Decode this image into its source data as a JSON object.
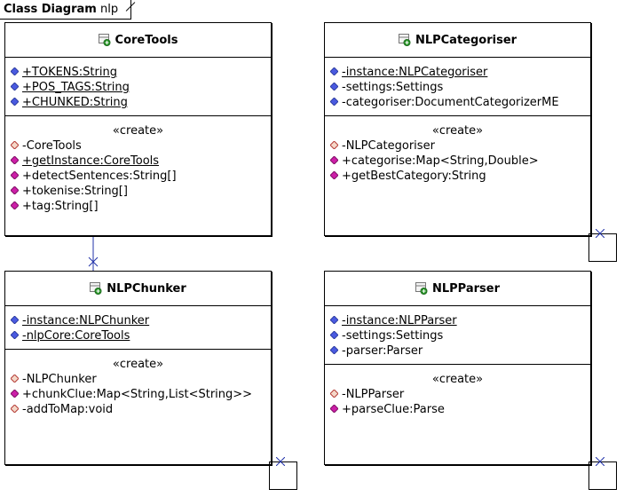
{
  "frame": {
    "kind": "Class Diagram",
    "name": "nlp"
  },
  "stereotype": "«create»",
  "classes": {
    "coretools": {
      "name": "CoreTools",
      "attributes": [
        {
          "text": "+TOKENS:String",
          "vis": "public",
          "static": true
        },
        {
          "text": "+POS_TAGS:String",
          "vis": "public",
          "static": true
        },
        {
          "text": "+CHUNKED:String",
          "vis": "public",
          "static": true
        }
      ],
      "operations": [
        {
          "text": "-CoreTools",
          "vis": "private",
          "static": false
        },
        {
          "text": "+getInstance:CoreTools",
          "vis": "public",
          "static": true
        },
        {
          "text": "+detectSentences:String[]",
          "vis": "public",
          "static": false
        },
        {
          "text": "+tokenise:String[]",
          "vis": "public",
          "static": false
        },
        {
          "text": "+tag:String[]",
          "vis": "public",
          "static": false
        }
      ]
    },
    "categoriser": {
      "name": "NLPCategoriser",
      "attributes": [
        {
          "text": "-instance:NLPCategoriser",
          "vis": "private",
          "static": true
        },
        {
          "text": "-settings:Settings",
          "vis": "private",
          "static": false
        },
        {
          "text": "-categoriser:DocumentCategorizerME",
          "vis": "private",
          "static": false
        }
      ],
      "operations": [
        {
          "text": "-NLPCategoriser",
          "vis": "private",
          "static": false
        },
        {
          "text": "+categorise:Map<String,Double>",
          "vis": "public",
          "static": false
        },
        {
          "text": "+getBestCategory:String",
          "vis": "public",
          "static": false
        }
      ]
    },
    "chunker": {
      "name": "NLPChunker",
      "attributes": [
        {
          "text": "-instance:NLPChunker",
          "vis": "private",
          "static": true
        },
        {
          "text": "-nlpCore:CoreTools",
          "vis": "private",
          "static": true
        }
      ],
      "operations": [
        {
          "text": "-NLPChunker",
          "vis": "private",
          "static": false
        },
        {
          "text": "+chunkClue:Map<String,List<String>>",
          "vis": "public",
          "static": false
        },
        {
          "text": "-addToMap:void",
          "vis": "private",
          "static": false
        }
      ]
    },
    "parser": {
      "name": "NLPParser",
      "attributes": [
        {
          "text": "-instance:NLPParser",
          "vis": "private",
          "static": true
        },
        {
          "text": "-settings:Settings",
          "vis": "private",
          "static": false
        },
        {
          "text": "-parser:Parser",
          "vis": "private",
          "static": false
        }
      ],
      "operations": [
        {
          "text": "-NLPParser",
          "vis": "private",
          "static": false
        },
        {
          "text": "+parseClue:Parse",
          "vis": "public",
          "static": false
        }
      ]
    }
  },
  "colors": {
    "attribute": "#4a5adf",
    "op_public": "#cc1fa8",
    "op_private": "#f4d7c8",
    "icon_green": "#2e9a2e"
  }
}
